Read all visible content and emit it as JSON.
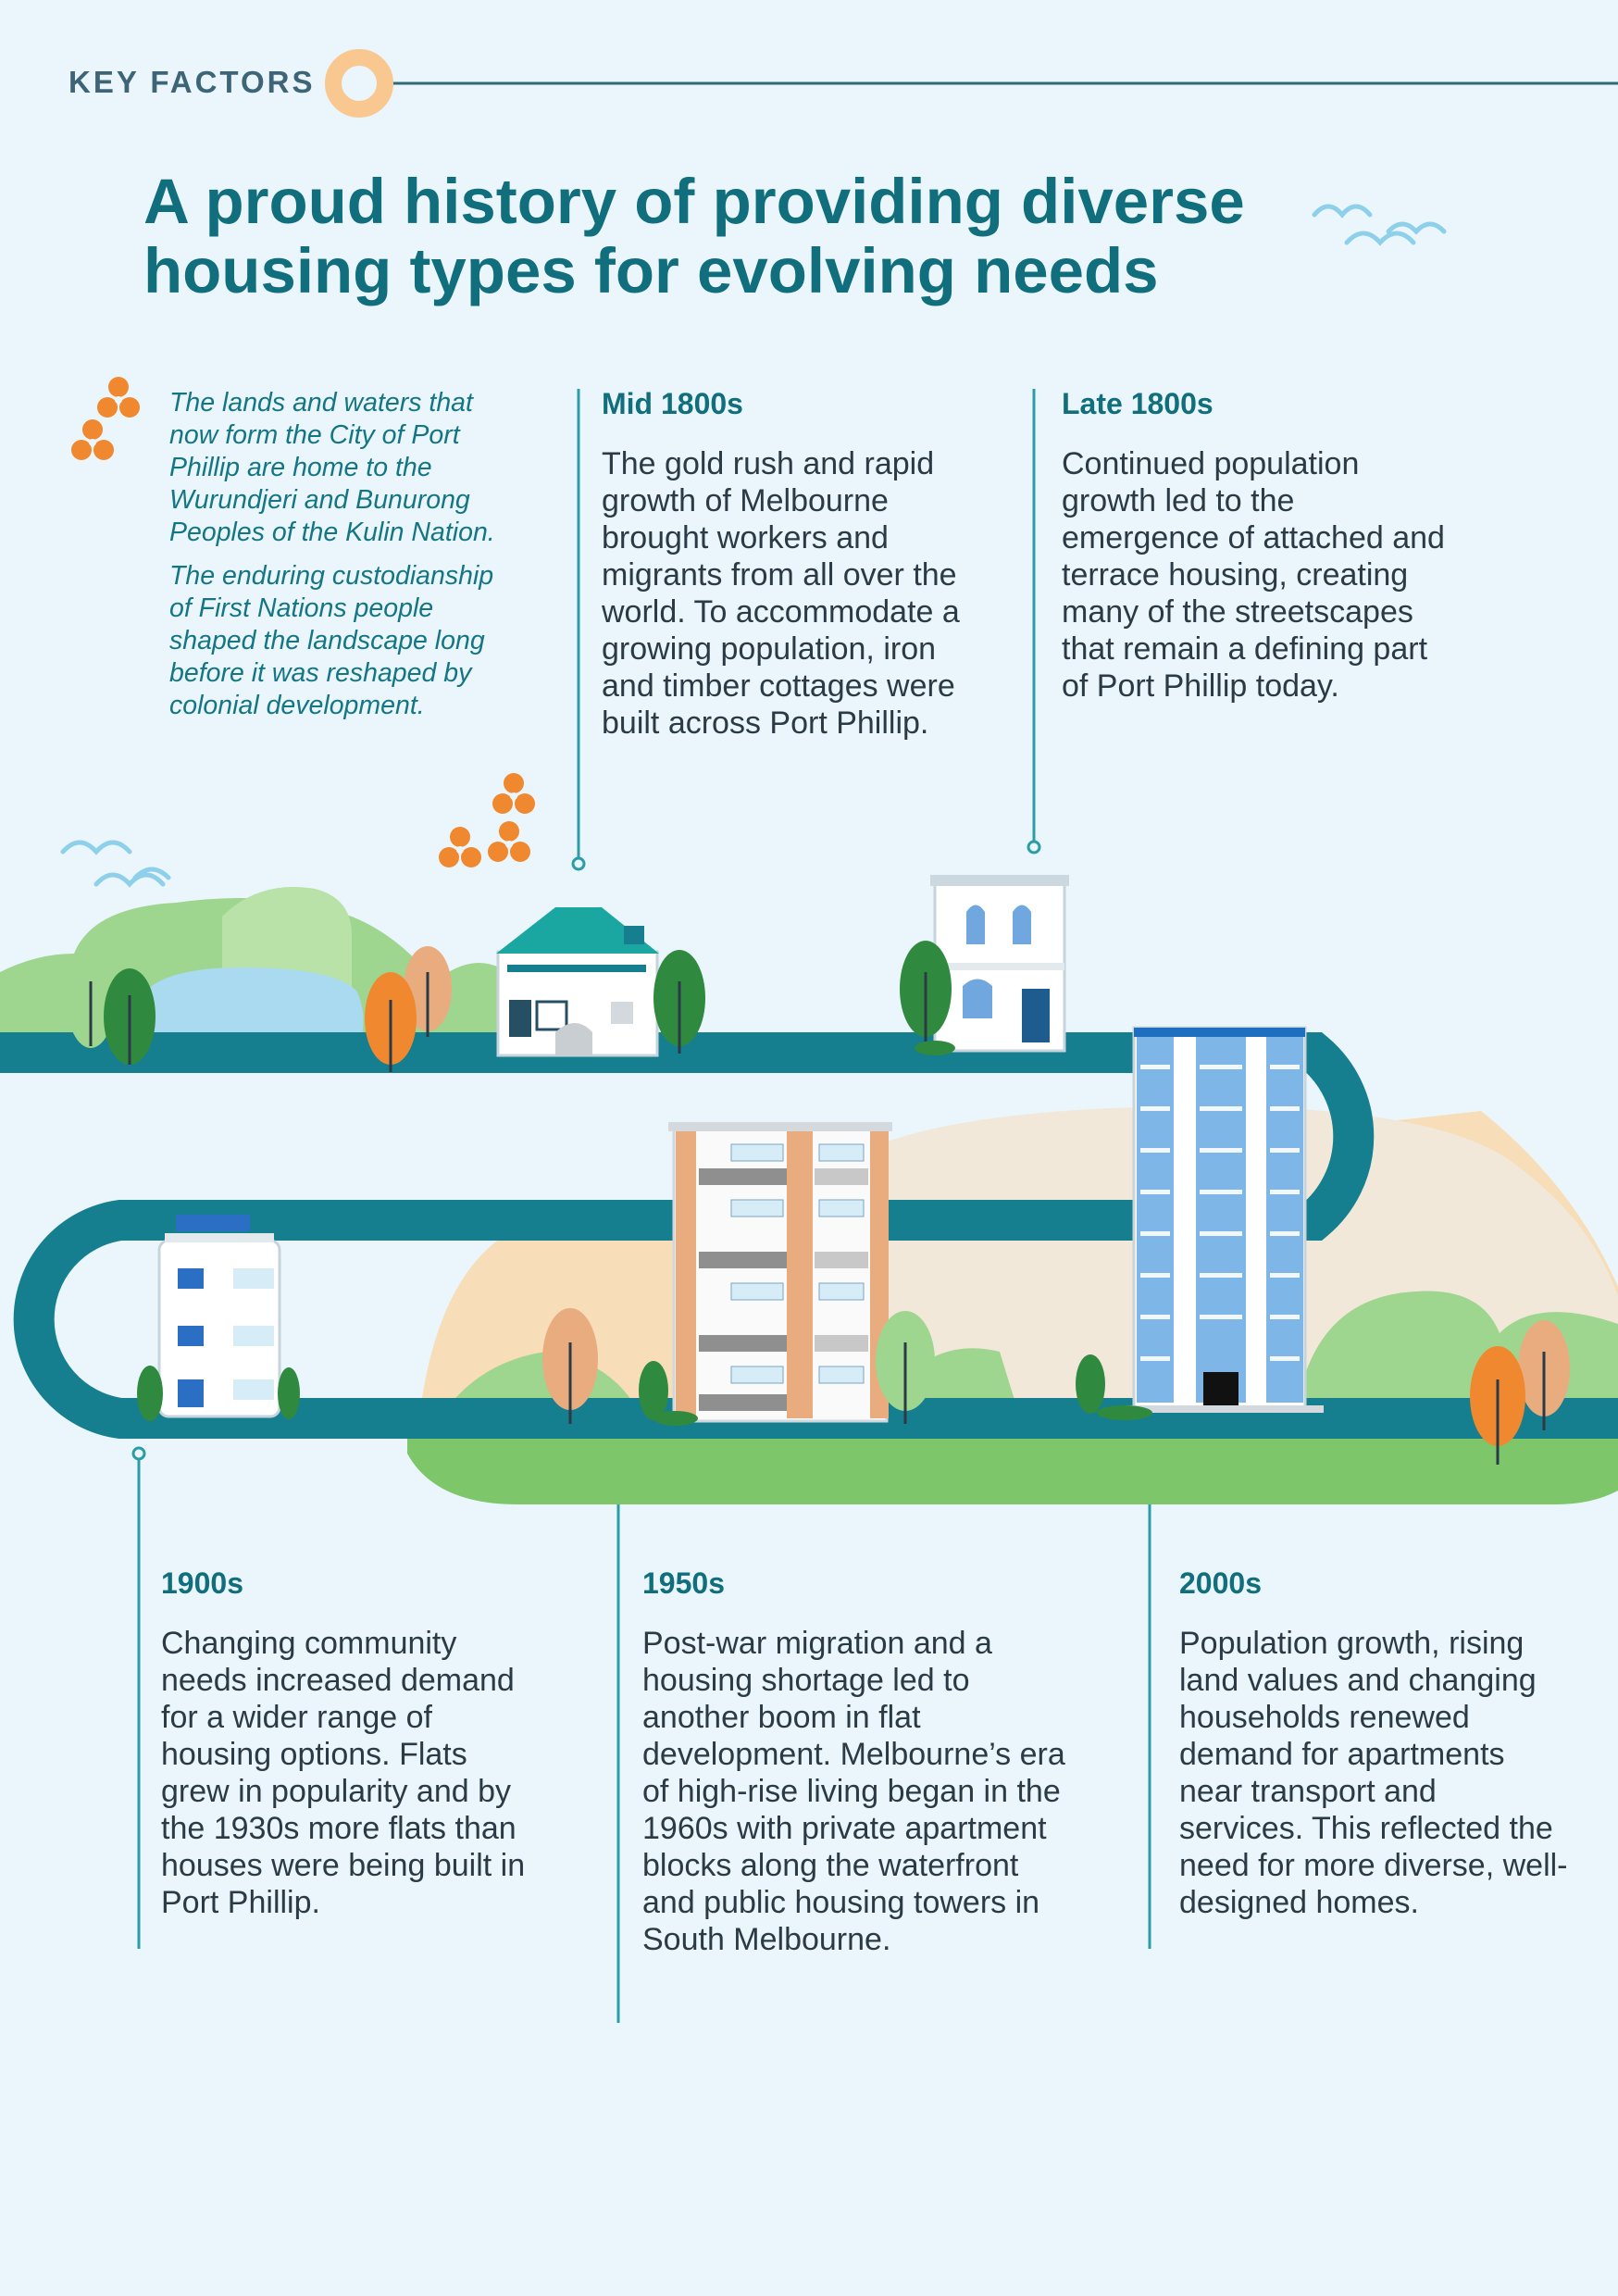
{
  "header": {
    "label": "KEY FACTORS"
  },
  "title": "A proud history of providing diverse housing types for evolving needs",
  "intro": {
    "paragraph_1": "The lands and waters that now form the City of Port Phillip are home to the Wurundjeri and Bunurong Peoples of the Kulin Nation.",
    "paragraph_2": "The enduring custodianship of First Nations people shaped the landscape long before it was reshaped by colonial development."
  },
  "timeline": [
    {
      "period": "Mid 1800s",
      "text": "The gold rush and rapid growth of Melbourne brought workers and migrants from all over the world. To accommodate a growing population, iron and timber cottages were built across Port Phillip."
    },
    {
      "period": "Late 1800s",
      "text": "Continued population growth led to the emergence of attached and terrace housing, creating many of the streetscapes that remain a defining part of Port Phillip today."
    },
    {
      "period": "1900s",
      "text": "Changing community needs increased demand for a wider range of housing options. Flats grew in popularity and by the 1930s more flats than houses were being built in Port Phillip."
    },
    {
      "period": "1950s",
      "text": "Post-war migration and a housing shortage led to another boom in flat development. Melbourne’s era of high-rise living began in the 1960s with private apartment blocks along the waterfront and public housing towers in South Melbourne."
    },
    {
      "period": "2000s",
      "text": "Population growth, rising land values and changing households renewed demand for apartments near transport and services. This reflected the need for more diverse, well-designed homes."
    }
  ],
  "colors": {
    "background": "#EAF6FB",
    "teal_dark": "#116E7C",
    "road": "#167F8F",
    "accent_orange": "#F0882F",
    "accent_peach": "#F9C890",
    "green_light": "#9ED68F",
    "green_dark": "#2F8A3F",
    "water": "#A9DAF0"
  },
  "icons": [
    "ring-icon",
    "bird-icon",
    "aboriginal-motif-icon",
    "tree-icon"
  ]
}
